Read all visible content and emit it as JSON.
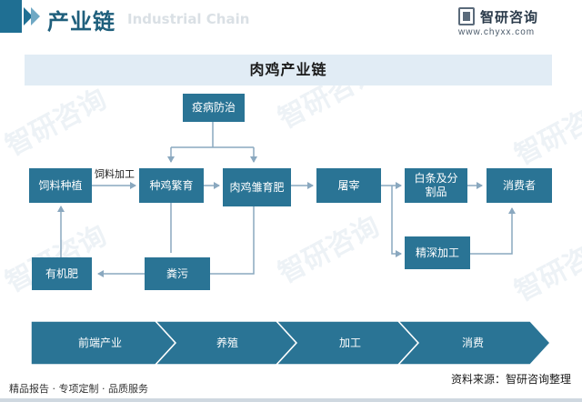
{
  "header": {
    "title": "产业链",
    "subtitle": "Industrial Chain",
    "brand_name": "智研咨询",
    "brand_url": "www.chyxx.com"
  },
  "diagram": {
    "title": "肉鸡产业链",
    "nodes": {
      "feed_planting": "饲料种植",
      "epidemic_prevention": "疫病防治",
      "breeder_breeding": "种鸡繁育",
      "broiler_raising": "肉鸡雏育肥",
      "slaughter": "屠宰",
      "white_strip": "白条及分割品",
      "consumer": "消费者",
      "organic_fertilizer": "有机肥",
      "manure": "粪污",
      "deep_processing": "精深加工"
    },
    "edge_labels": {
      "feed_processing": "饲料加工"
    }
  },
  "stages": [
    "前端产业",
    "养殖",
    "加工",
    "消费"
  ],
  "footer": {
    "left": "精品报告 · 专项定制 · 品质服务",
    "source": "资料来源：智研咨询整理"
  },
  "colors": {
    "node_fill": "#2a7495",
    "stage_fill": "#2a7495",
    "title_band": "#e1ecf5",
    "arrow": "#8aa8bf"
  }
}
